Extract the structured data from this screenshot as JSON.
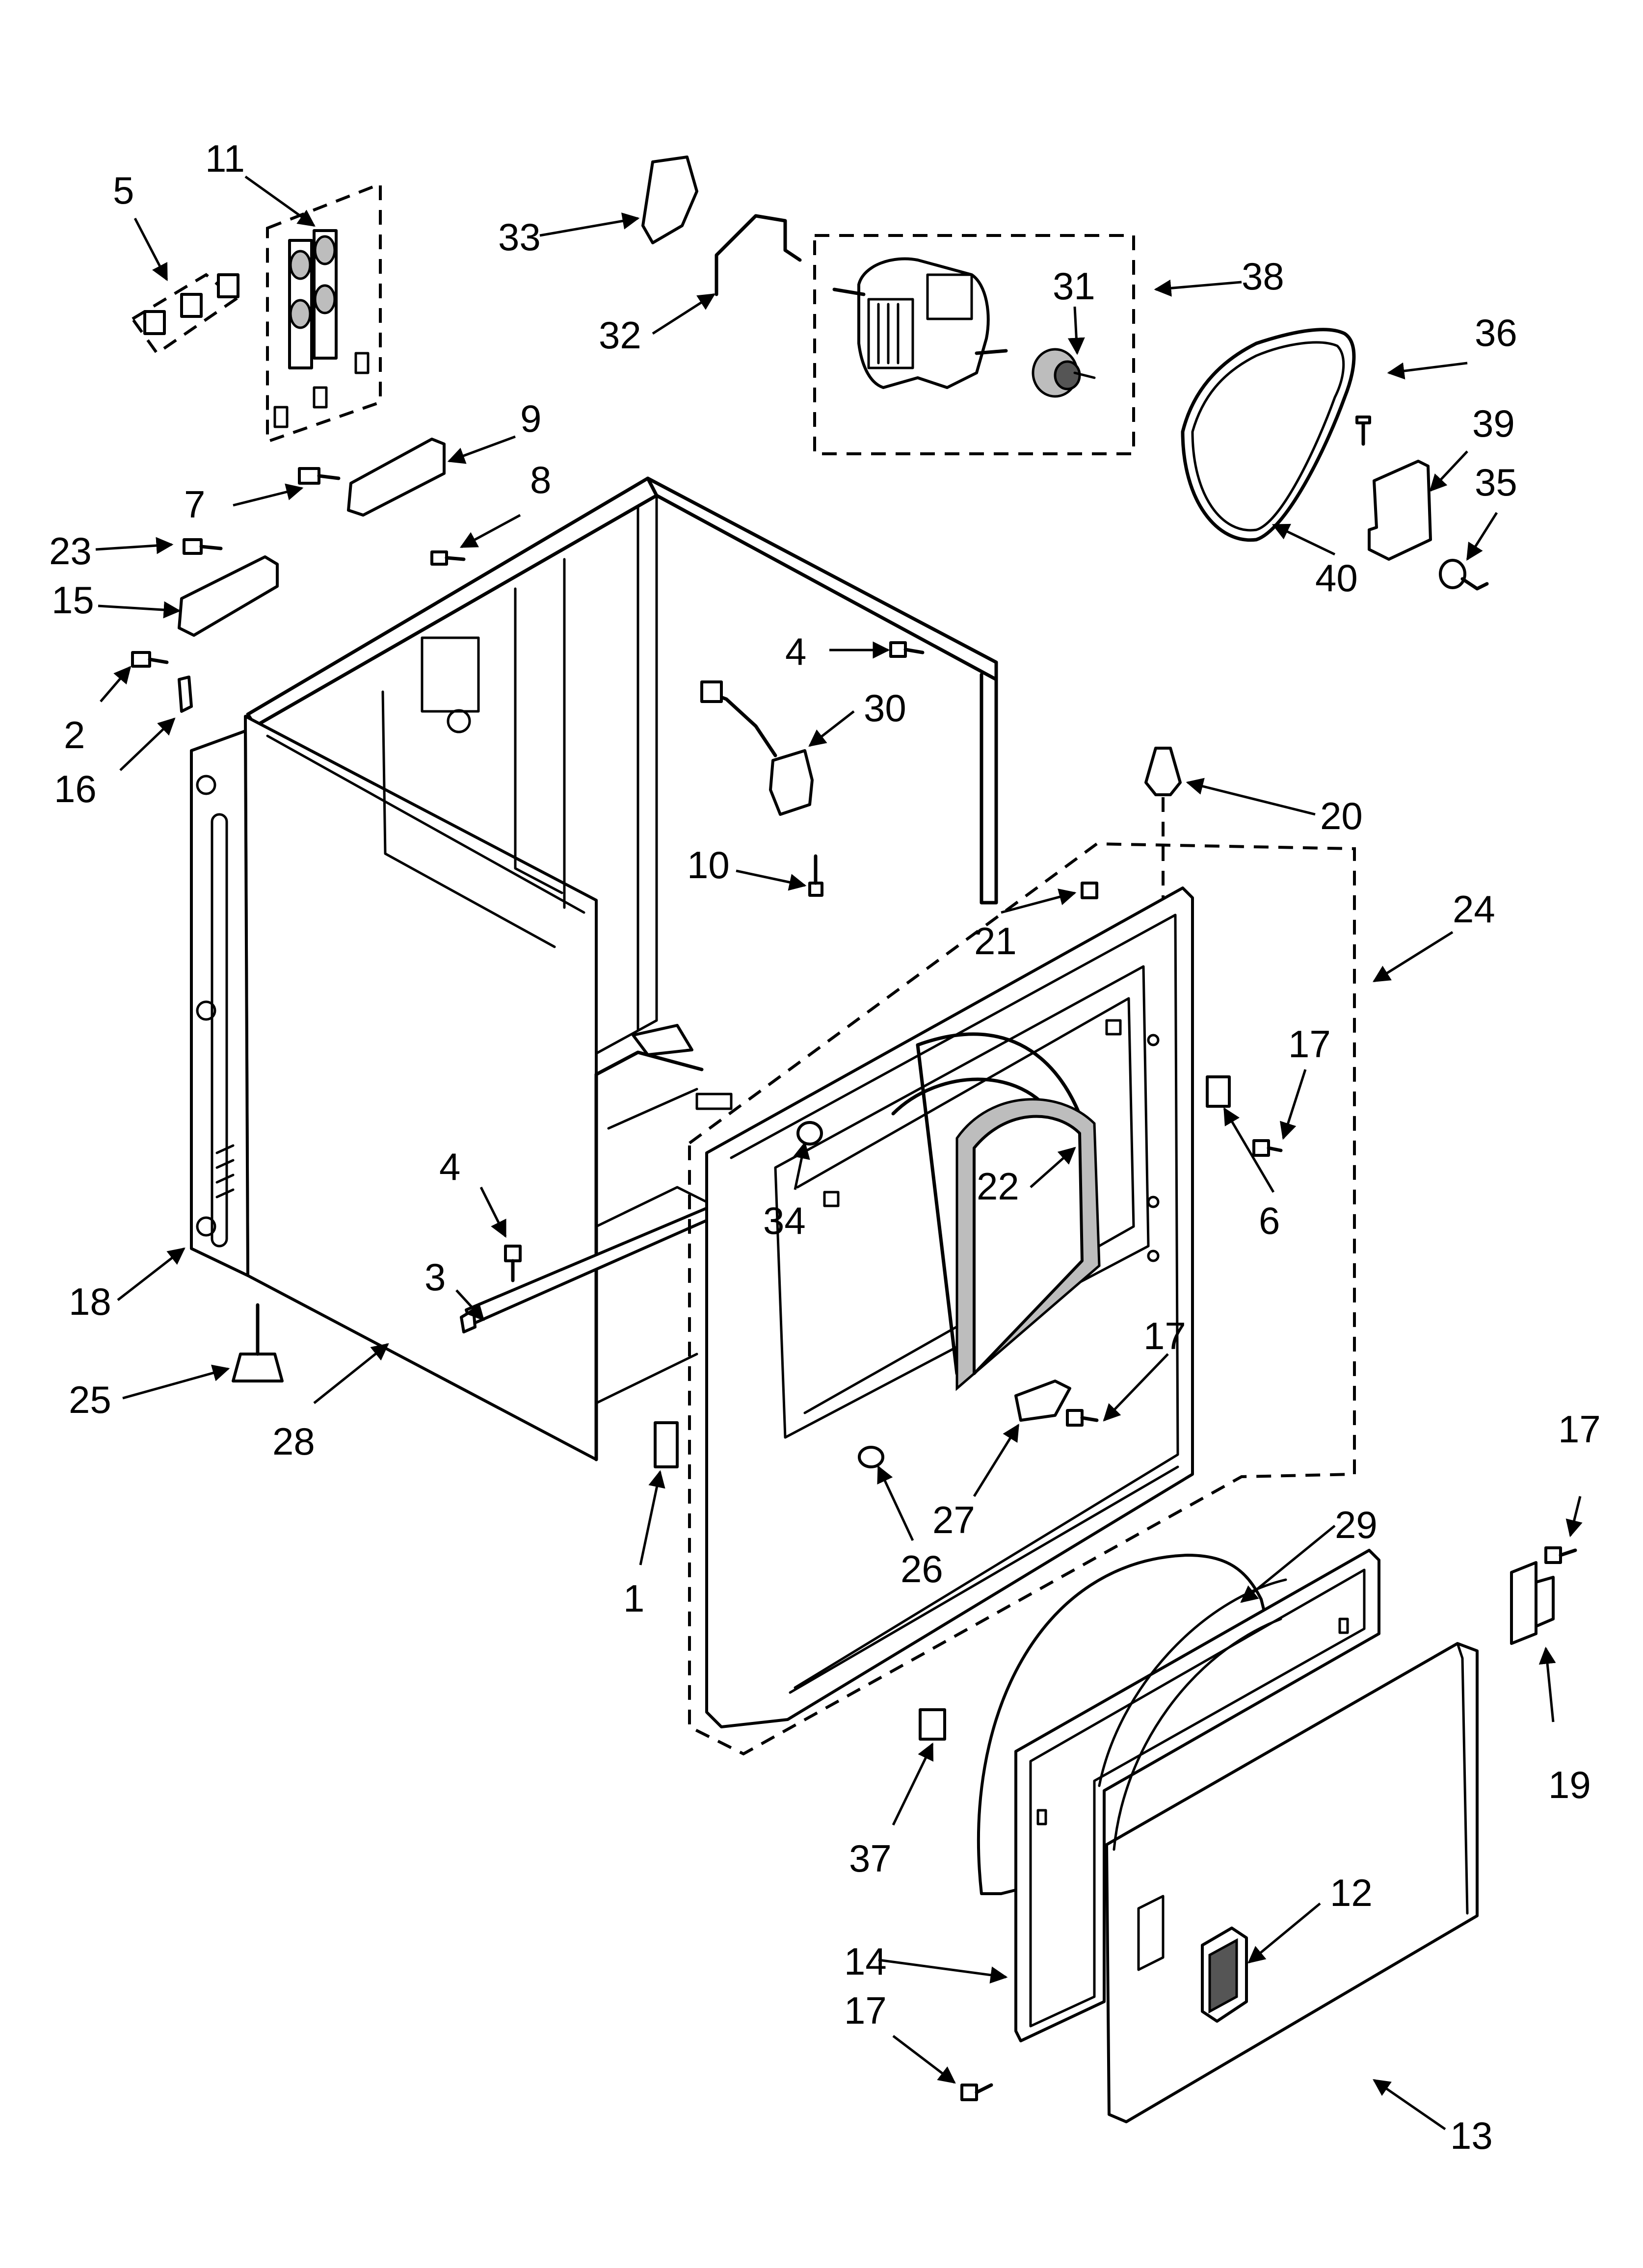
{
  "callouts": [
    {
      "id": "1",
      "text": "1"
    },
    {
      "id": "2",
      "text": "2"
    },
    {
      "id": "3",
      "text": "3"
    },
    {
      "id": "4a",
      "text": "4"
    },
    {
      "id": "4b",
      "text": "4"
    },
    {
      "id": "5",
      "text": "5"
    },
    {
      "id": "6",
      "text": "6"
    },
    {
      "id": "7",
      "text": "7"
    },
    {
      "id": "8",
      "text": "8"
    },
    {
      "id": "9",
      "text": "9"
    },
    {
      "id": "10",
      "text": "10"
    },
    {
      "id": "11",
      "text": "11"
    },
    {
      "id": "12",
      "text": "12"
    },
    {
      "id": "13",
      "text": "13"
    },
    {
      "id": "14",
      "text": "14"
    },
    {
      "id": "15",
      "text": "15"
    },
    {
      "id": "16",
      "text": "16"
    },
    {
      "id": "17a",
      "text": "17"
    },
    {
      "id": "17b",
      "text": "17"
    },
    {
      "id": "17c",
      "text": "17"
    },
    {
      "id": "17d",
      "text": "17"
    },
    {
      "id": "18",
      "text": "18"
    },
    {
      "id": "19",
      "text": "19"
    },
    {
      "id": "20",
      "text": "20"
    },
    {
      "id": "21",
      "text": "21"
    },
    {
      "id": "22",
      "text": "22"
    },
    {
      "id": "23",
      "text": "23"
    },
    {
      "id": "24",
      "text": "24"
    },
    {
      "id": "25",
      "text": "25"
    },
    {
      "id": "26",
      "text": "26"
    },
    {
      "id": "27",
      "text": "27"
    },
    {
      "id": "28",
      "text": "28"
    },
    {
      "id": "29",
      "text": "29"
    },
    {
      "id": "30",
      "text": "30"
    },
    {
      "id": "31",
      "text": "31"
    },
    {
      "id": "32",
      "text": "32"
    },
    {
      "id": "33",
      "text": "33"
    },
    {
      "id": "34",
      "text": "34"
    },
    {
      "id": "35",
      "text": "35"
    },
    {
      "id": "36",
      "text": "36"
    },
    {
      "id": "37",
      "text": "37"
    },
    {
      "id": "38",
      "text": "38"
    },
    {
      "id": "39",
      "text": "39"
    },
    {
      "id": "40",
      "text": "40"
    }
  ]
}
